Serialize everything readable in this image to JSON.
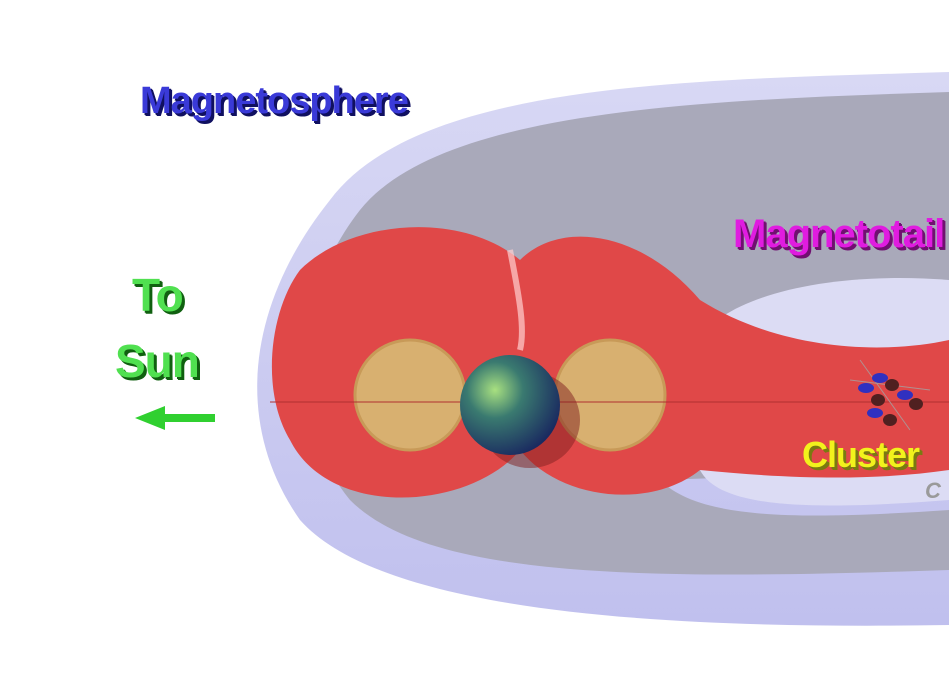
{
  "labels": {
    "magnetosphere": "Magnetosphere",
    "magnetotail": "Magnetotail",
    "to": "To",
    "sun": "Sun",
    "cluster": "Cluster",
    "partial": "C"
  },
  "colors": {
    "shell": "#c8c8ee",
    "inner": "#a8a8b8",
    "tail": "#e04444",
    "belts": "#d8b070",
    "arrow": "#30d030"
  }
}
